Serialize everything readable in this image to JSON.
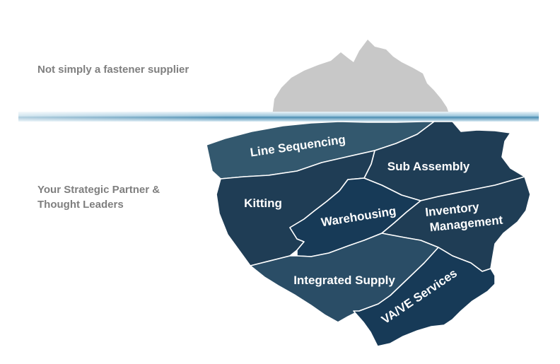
{
  "above_water": {
    "text": "Not simply a fastener supplier"
  },
  "below_water": {
    "line1": "Your Strategic Partner &",
    "line2": "Thought Leaders"
  },
  "segments": {
    "line_sequencing": "Line Sequencing",
    "sub_assembly": "Sub Assembly",
    "kitting": "Kitting",
    "warehousing": "Warehousing",
    "inventory_line1": "Inventory",
    "inventory_line2": "Management",
    "integrated_supply": "Integrated Supply",
    "vave_services": "VA/VE Services"
  },
  "colors": {
    "tip": "#c8c8c8",
    "water": "#5e9dbf",
    "segment_light": "#33586e",
    "segment_mid": "#2a4d66",
    "segment_dark": "#1f3d55",
    "segment_deep": "#173a57",
    "label_left": "#7f7f7f"
  }
}
